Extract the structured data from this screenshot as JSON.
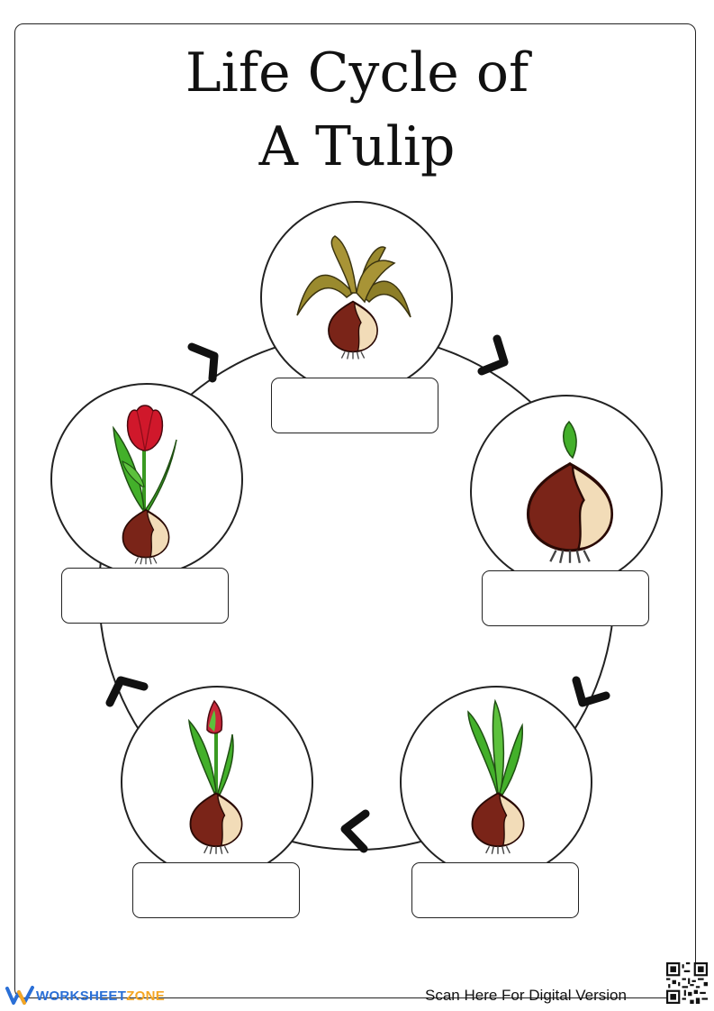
{
  "worksheet": {
    "title_line1": "Life Cycle of",
    "title_line2": "A Tulip"
  },
  "stages": [
    {
      "name": "dormant-bulb-with-dried-leaves",
      "label": ""
    },
    {
      "name": "sprouting-bulb",
      "label": ""
    },
    {
      "name": "growing-shoots",
      "label": ""
    },
    {
      "name": "budding-plant",
      "label": ""
    },
    {
      "name": "blooming-tulip",
      "label": ""
    }
  ],
  "footer": {
    "brand_part1": "WORKSHEET",
    "brand_part2": "ZONE",
    "scan_text": "Scan Here For Digital Version"
  },
  "colors": {
    "bulb_brown": "#7a2418",
    "bulb_skin": "#f2dcb8",
    "leaf_green": "#43b02a",
    "dry_leaf": "#9a8a2e",
    "tulip_red": "#d0182b",
    "brand_blue": "#2a6fd6",
    "brand_orange": "#f5a623"
  }
}
